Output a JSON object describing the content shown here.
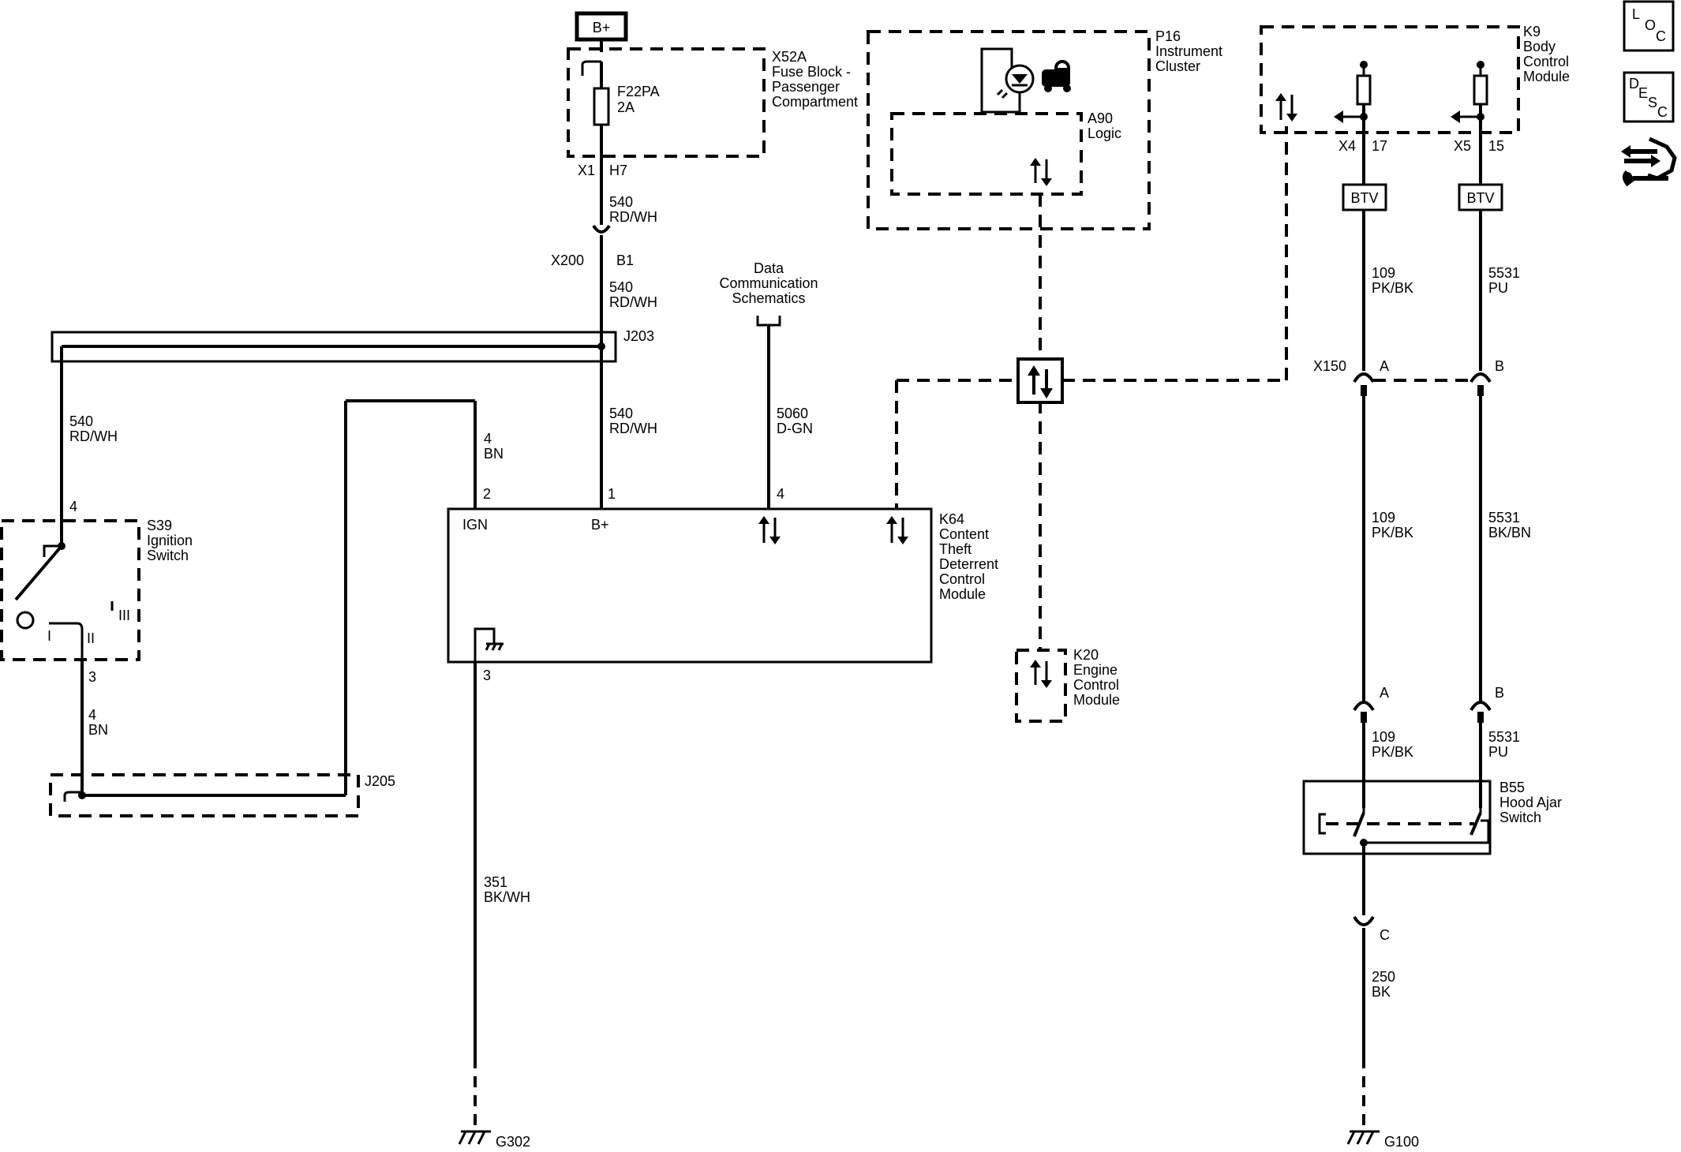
{
  "battery": "B+",
  "fuse_block": {
    "ref": "X52A",
    "name": [
      "Fuse Block -",
      "Passenger",
      "Compartment"
    ],
    "fuse": "F22PA",
    "rating": "2A",
    "connector": "X1",
    "pin": "H7"
  },
  "instrument_cluster": {
    "ref": "P16",
    "name": [
      "Instrument",
      "Cluster"
    ],
    "logic_ref": "A90",
    "logic_name": "Logic"
  },
  "bcm": {
    "ref": "K9",
    "name": [
      "Body",
      "Control",
      "Module"
    ],
    "conn_a": "X4",
    "pin_a": "17",
    "conn_b": "X5",
    "pin_b": "15",
    "btv": "BTV"
  },
  "wires": {
    "w540a": [
      "540",
      "RD/WH"
    ],
    "w540b": [
      "540",
      "RD/WH"
    ],
    "w540c": [
      "540",
      "RD/WH"
    ],
    "w540d": [
      "540",
      "RD/WH"
    ],
    "w4a": [
      "4",
      "BN"
    ],
    "w4b": [
      "4",
      "BN"
    ],
    "w5060": [
      "5060",
      "D-GN"
    ],
    "w351": [
      "351",
      "BK/WH"
    ],
    "w109a": [
      "109",
      "PK/BK"
    ],
    "w109b": [
      "109",
      "PK/BK"
    ],
    "w109c": [
      "109",
      "PK/BK"
    ],
    "w5531a": [
      "5531",
      "PU"
    ],
    "w5531b": [
      "5531",
      "BK/BN"
    ],
    "w5531c": [
      "5531",
      "PU"
    ],
    "w250": [
      "250",
      "BK"
    ]
  },
  "x200": {
    "ref": "X200",
    "pin": "B1"
  },
  "splices": {
    "j203": "J203",
    "j205": "J205"
  },
  "data_comm": [
    "Data",
    "Communication",
    "Schematics"
  ],
  "ignition": {
    "ref": "S39",
    "name": [
      "Ignition",
      "Switch"
    ],
    "pin_top": "4",
    "pin_bottom": "3",
    "pos1": "I",
    "pos2": "II",
    "pos3": "III"
  },
  "k64": {
    "ref": "K64",
    "name": [
      "Content",
      "Theft",
      "Deterrent",
      "Control",
      "Module"
    ],
    "pin_ign": "2",
    "pin_bplus": "1",
    "pin_data": "4",
    "pin_gnd": "3",
    "label_ign": "IGN",
    "label_bplus": "B+"
  },
  "k20": {
    "ref": "K20",
    "name": [
      "Engine",
      "Control",
      "Module"
    ]
  },
  "x150": {
    "ref": "X150",
    "pin_a": "A",
    "pin_b": "B"
  },
  "b55": {
    "ref": "B55",
    "name": [
      "Hood Ajar",
      "Switch"
    ],
    "pin_a": "A",
    "pin_b": "B",
    "pin_c": "C"
  },
  "grounds": {
    "g302": "G302",
    "g100": "G100"
  },
  "side_icons": {
    "loc": [
      "L",
      "O",
      "C"
    ],
    "desc": [
      "D",
      "E",
      "S",
      "C"
    ],
    "connector_icon": "connector-tool-icon"
  }
}
